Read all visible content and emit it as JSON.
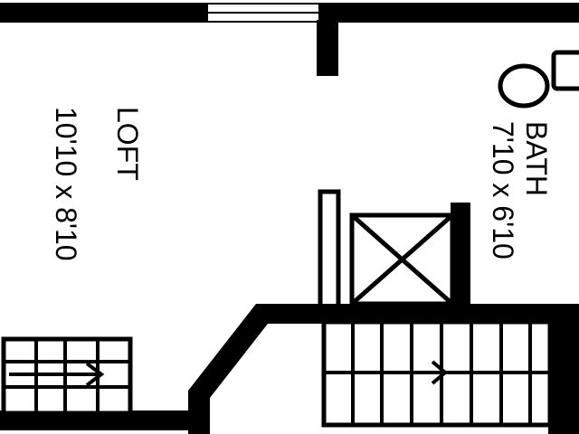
{
  "plan": {
    "colors": {
      "wall": "#000000",
      "background": "#ffffff"
    },
    "rooms": [
      {
        "name": "LOFT",
        "dimensions": "10'10 x 8'10"
      },
      {
        "name": "BATH",
        "dimensions": "7'10 x 6'10"
      }
    ],
    "fixtures": [
      "toilet-icon",
      "window",
      "closet-x-box",
      "stairs-down",
      "stairs-up"
    ]
  }
}
